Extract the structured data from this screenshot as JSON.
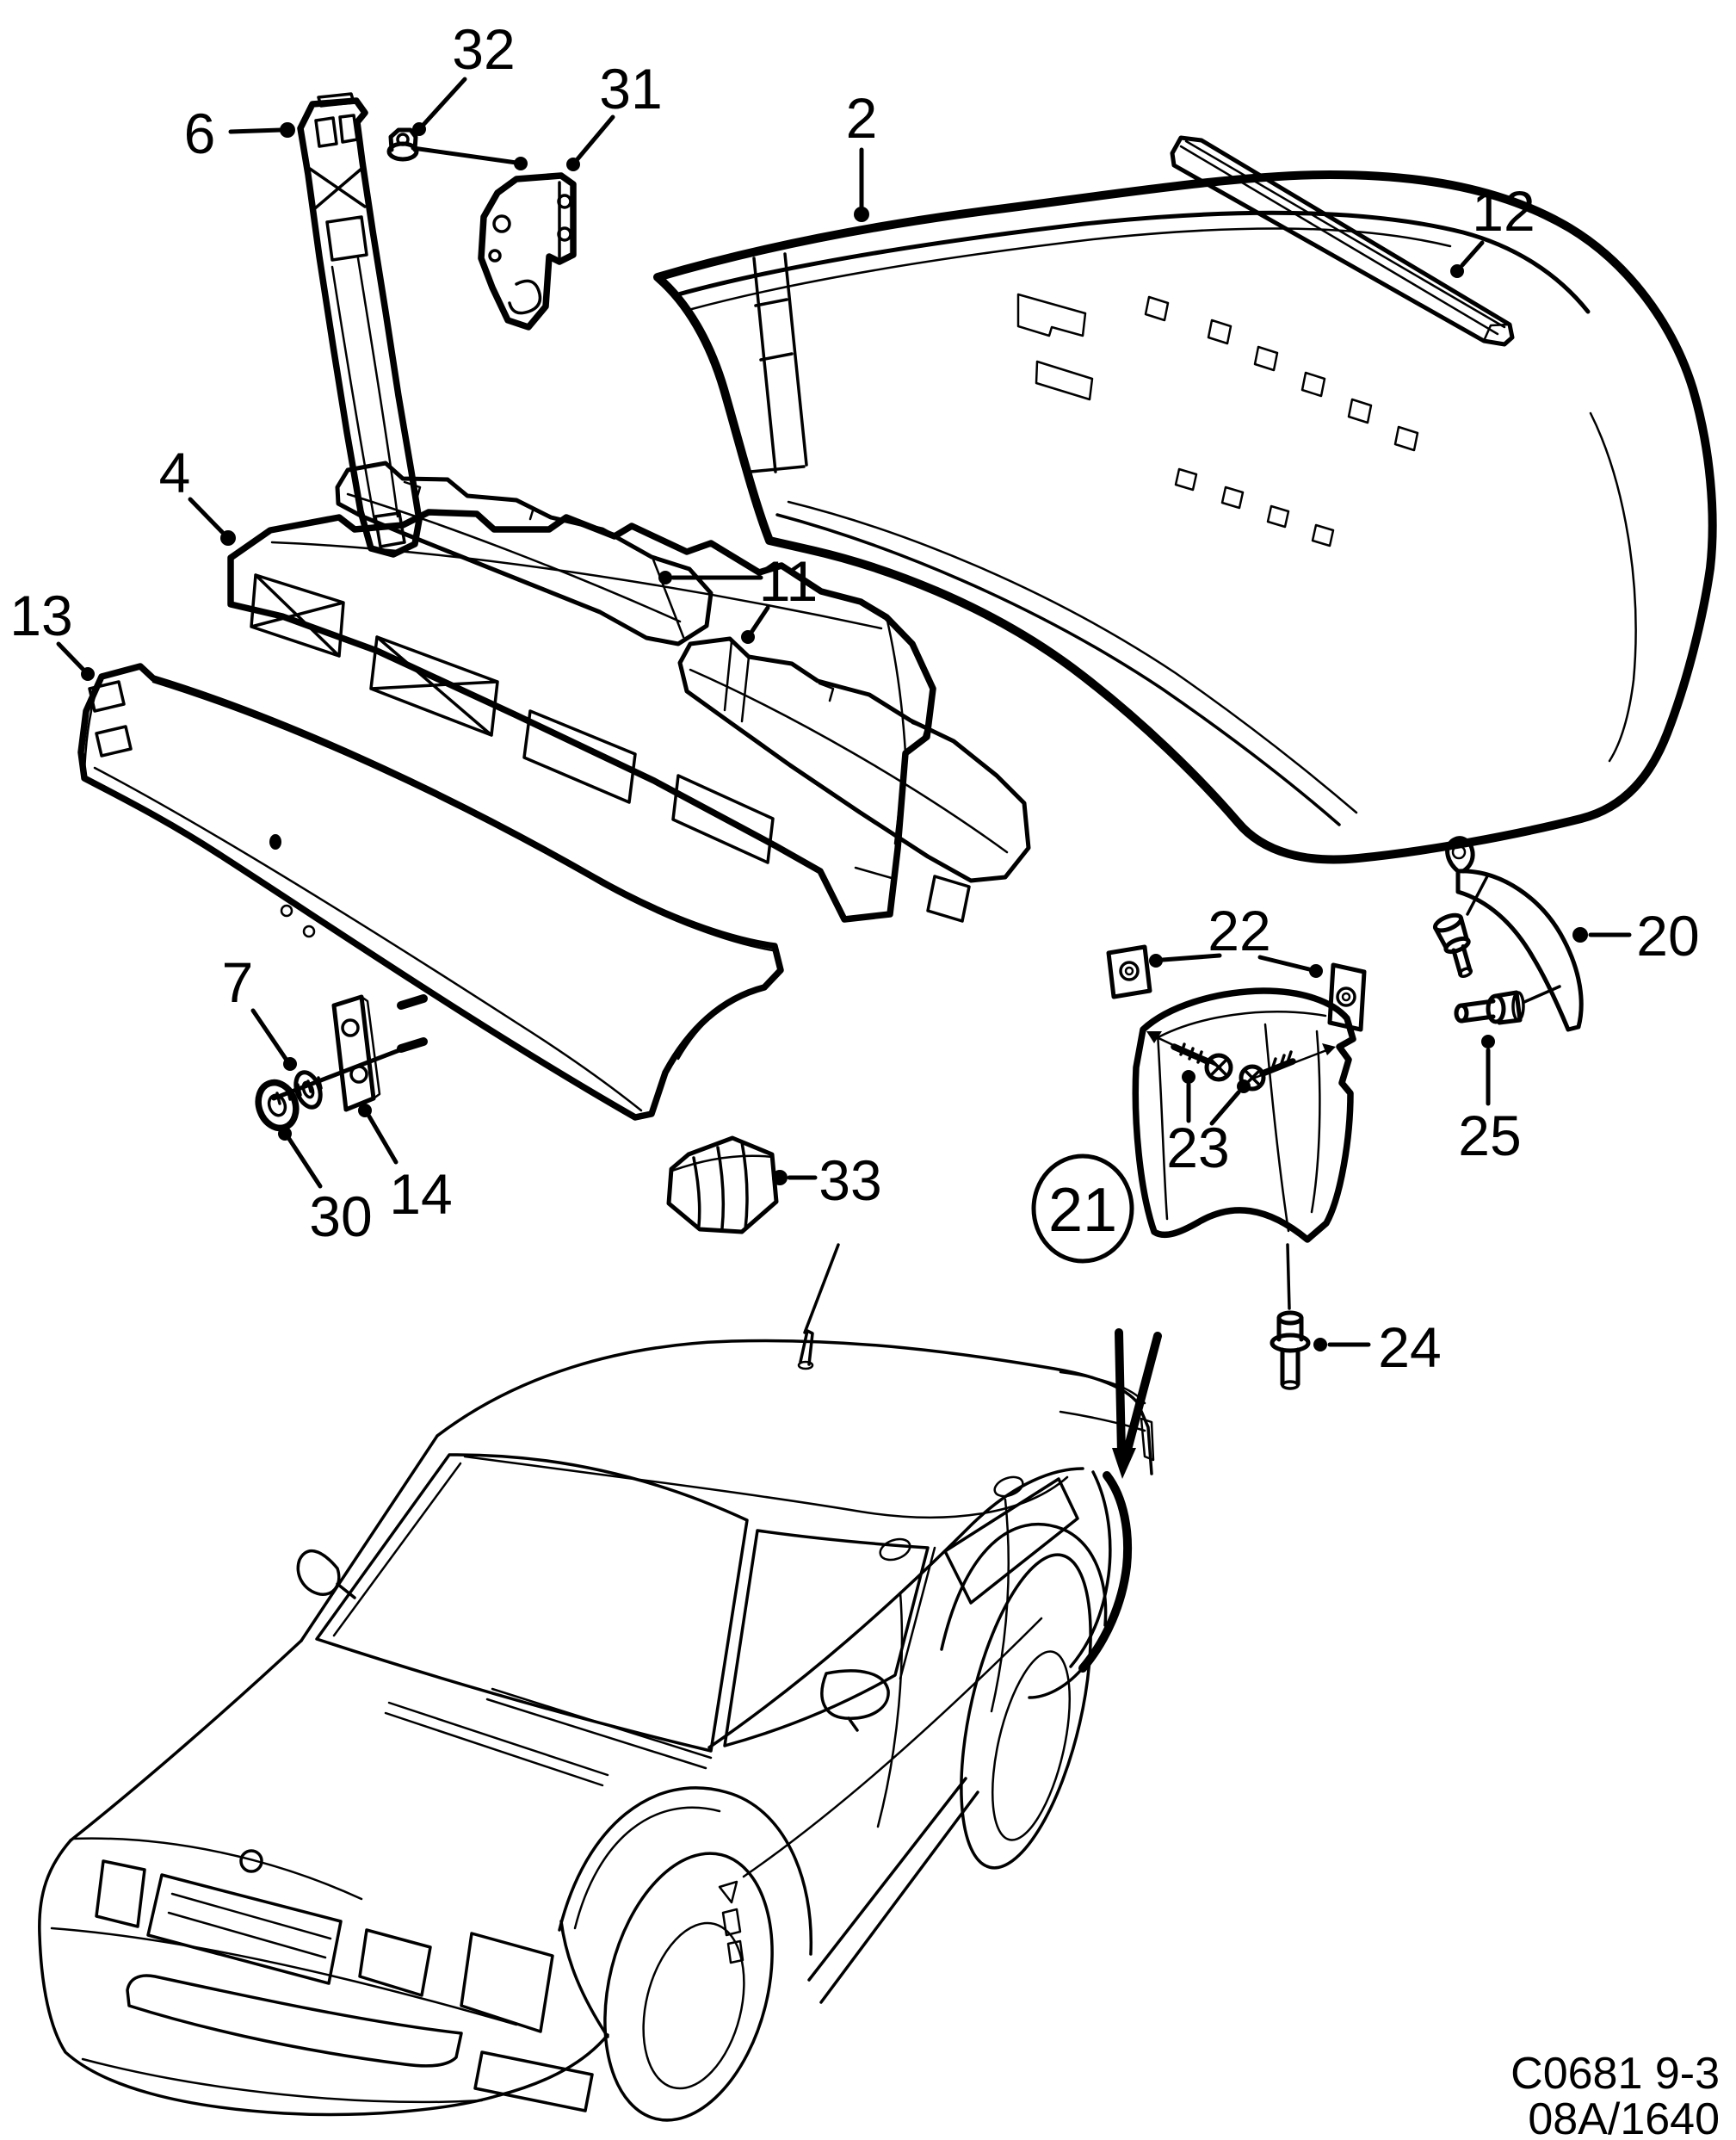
{
  "figure": {
    "type": "exploded-parts-diagram",
    "subject": "rear bumper assembly with vehicle location view",
    "footer": {
      "code": "C0681 9-3",
      "ref": "08A/1640"
    },
    "callouts": {
      "c2": "2",
      "c4": "4",
      "c6": "6",
      "c7": "7",
      "c11": "11",
      "c12": "12",
      "c13": "13",
      "c14": "14",
      "c20": "20",
      "c21": "21",
      "c22": "22",
      "c23": "23",
      "c24": "24",
      "c25": "25",
      "c30": "30",
      "c31": "31",
      "c32": "32",
      "c33": "33"
    }
  }
}
